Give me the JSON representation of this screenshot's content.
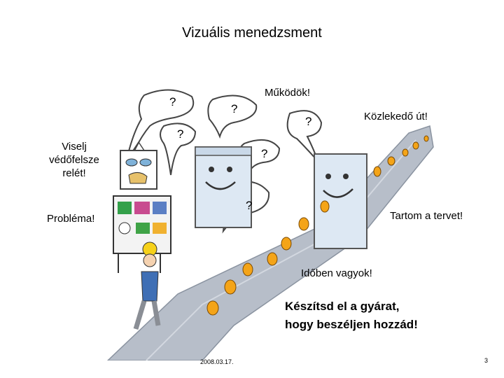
{
  "slide": {
    "title": "Vizuális menedzsment",
    "labels": {
      "mukodok": "Működök!",
      "kozlekedo": "Közlekedő út!",
      "viselj_1": "Viselj",
      "viselj_2": "védőfelsze",
      "viselj_3": "relét!",
      "problema": "Probléma!",
      "tartom": "Tartom a tervet!",
      "idoben": "Időben vagyok!",
      "keszitsd_1": "Készítsd el a gyárat,",
      "keszitsd_2": "hogy beszéljen hozzád!"
    },
    "question_mark": "?",
    "footer": {
      "date": "2008.03.17.",
      "page": "3"
    },
    "colors": {
      "road": "#b7bec9",
      "machine": "#dde8f3",
      "robot": "#f4a418",
      "board_green": "#33a04a",
      "worker_shirt": "#3f6fb5",
      "helmet": "#f6d11a"
    }
  }
}
